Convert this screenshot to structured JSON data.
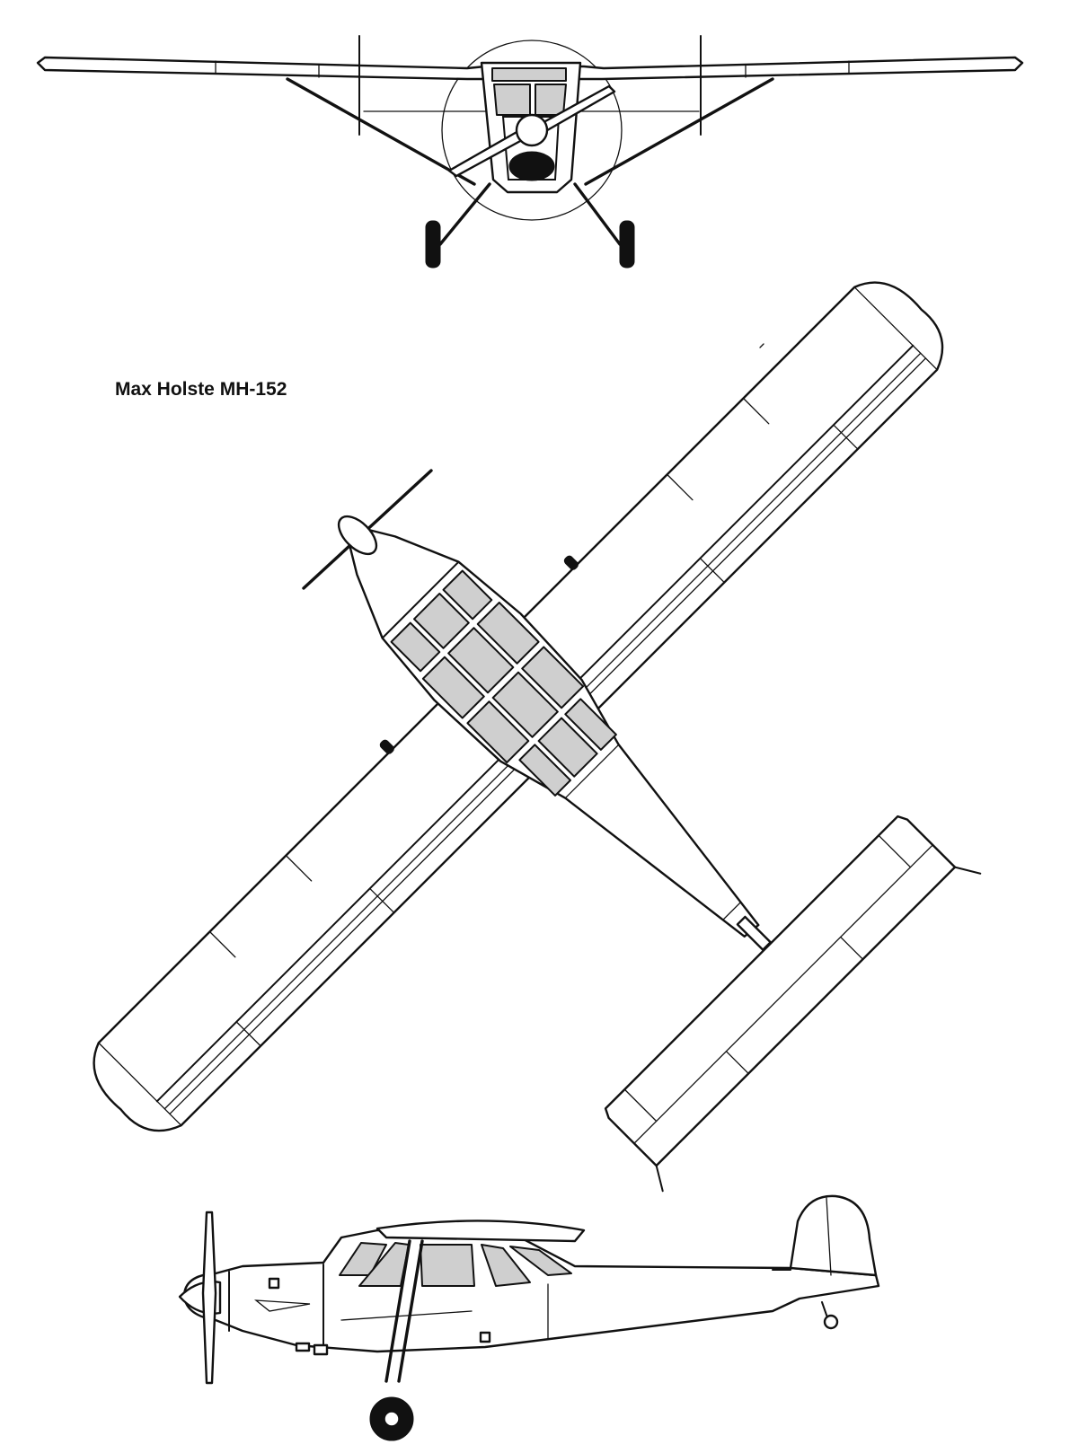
{
  "drawing": {
    "title": "Max Holste MH-152",
    "views": [
      "front-view",
      "top-view",
      "side-view"
    ]
  },
  "colors": {
    "line": "#111111",
    "glazing": "#cfcfcf",
    "background": "#ffffff"
  }
}
